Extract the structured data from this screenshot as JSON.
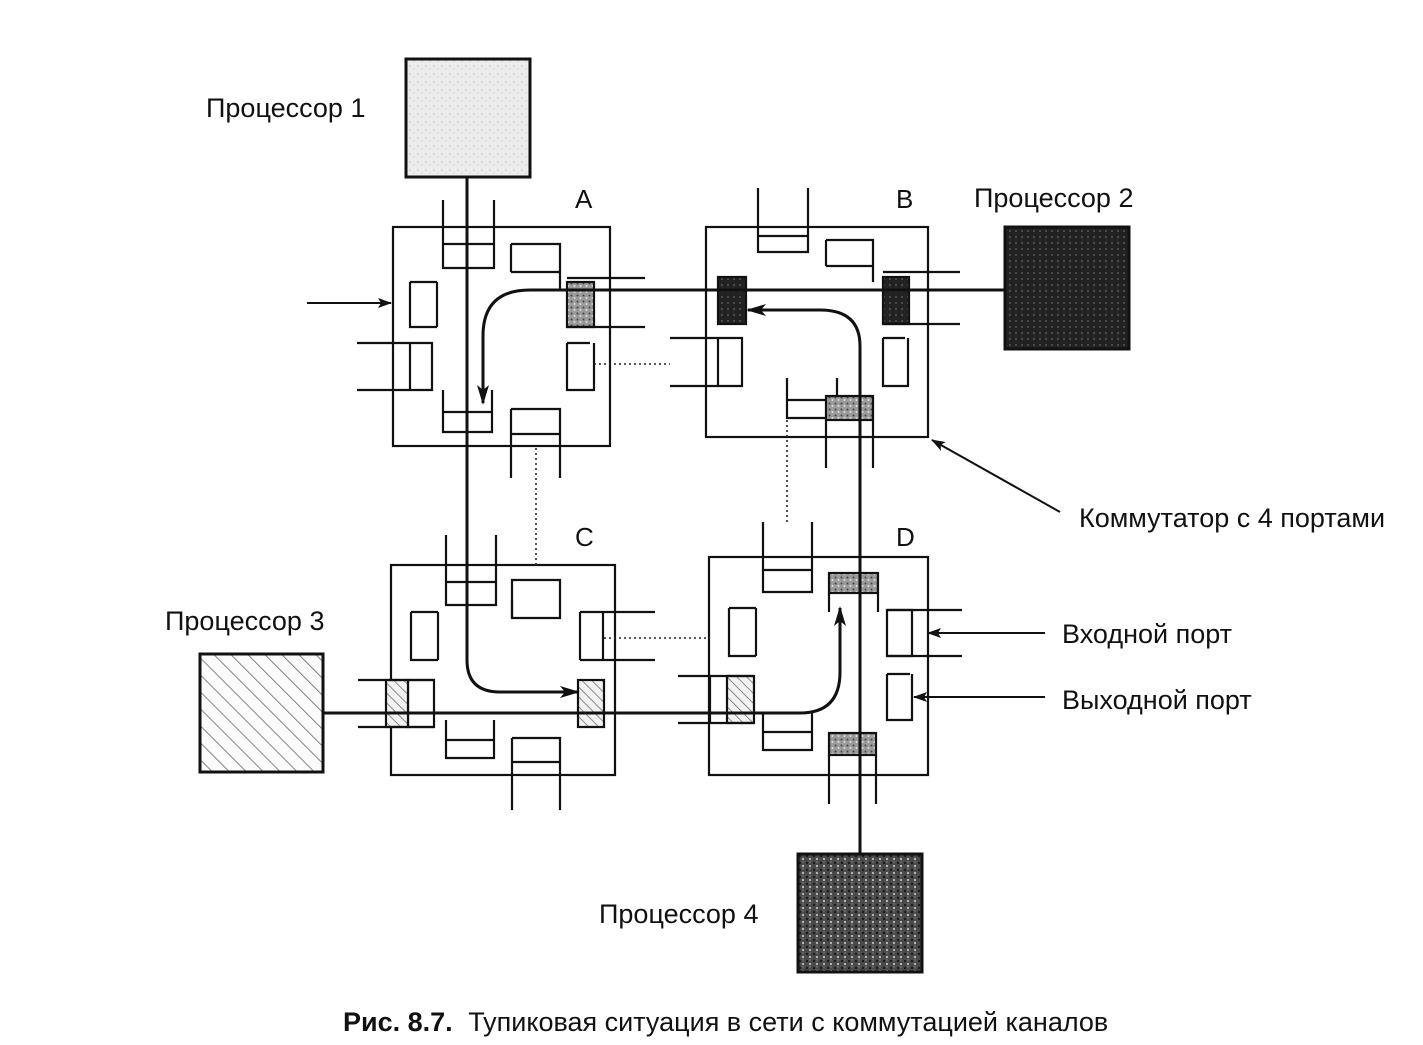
{
  "processors": {
    "p1": {
      "label": "Процессор 1"
    },
    "p2": {
      "label": "Процессор 2"
    },
    "p3": {
      "label": "Процессор 3"
    },
    "p4": {
      "label": "Процессор 4"
    }
  },
  "switches": {
    "a": {
      "label": "A"
    },
    "b": {
      "label": "B"
    },
    "c": {
      "label": "C"
    },
    "d": {
      "label": "D"
    }
  },
  "legend": {
    "switch_label": "Коммутатор с 4 портами",
    "input_port_label": "Входной порт",
    "output_port_label": "Выходной порт"
  },
  "caption": {
    "number": "Рис. 8.7.",
    "text": "Тупиковая ситуация в сети с коммутацией каналов"
  },
  "colors": {
    "ink": "#111111",
    "p1_fill": "#eeeeee",
    "p2_fill": "#111111",
    "p4_fill": "#555555",
    "hatch": "#555555"
  }
}
